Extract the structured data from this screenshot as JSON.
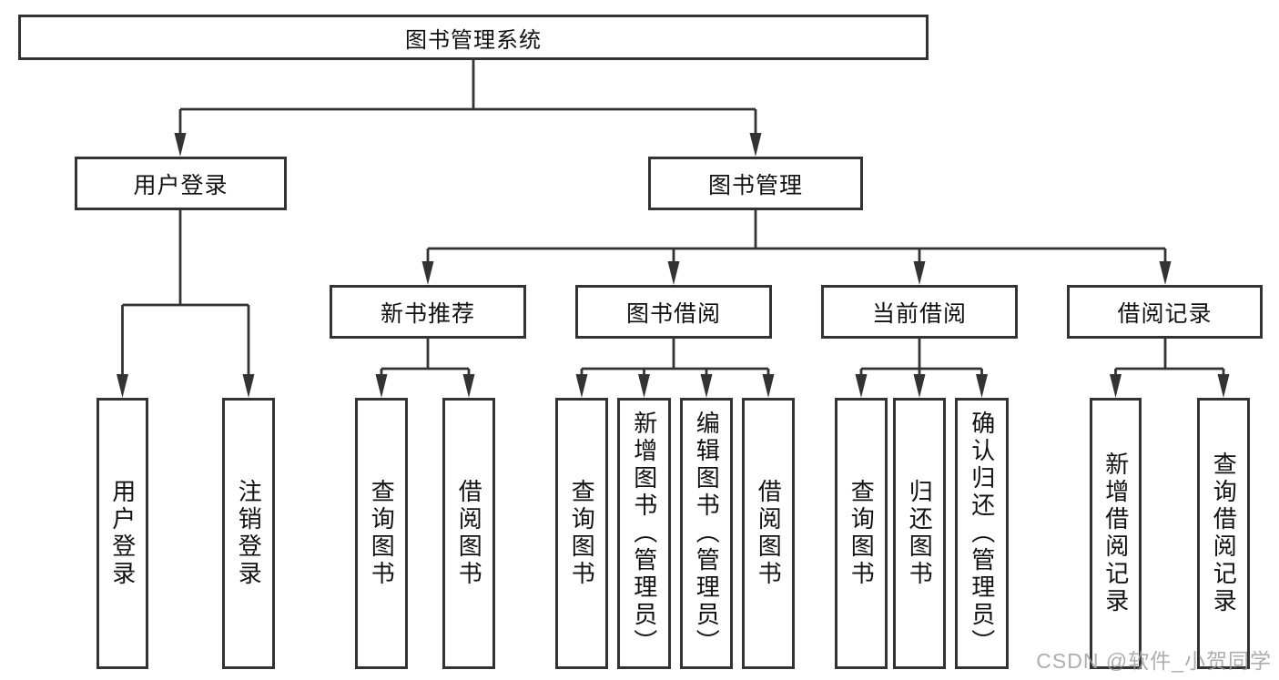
{
  "tree": {
    "root": "图书管理系统",
    "children": [
      {
        "label": "用户登录",
        "children": [
          "用户登录",
          "注销登录"
        ]
      },
      {
        "label": "图书管理",
        "children": [
          {
            "label": "新书推荐",
            "children": [
              "查询图书",
              "借阅图书"
            ]
          },
          {
            "label": "图书借阅",
            "children": [
              "查询图书",
              "新增图书（管理员）",
              "编辑图书（管理员）",
              "借阅图书"
            ]
          },
          {
            "label": "当前借阅",
            "children": [
              "查询图书",
              "归还图书",
              "确认归还（管理员）"
            ]
          },
          {
            "label": "借阅记录",
            "children": [
              "新增借阅记录",
              "查询借阅记录"
            ]
          }
        ]
      }
    ]
  },
  "watermark": "CSDN @软件_小贺同学",
  "colors": {
    "line": "#333333",
    "box_border": "#333333",
    "text": "#111111",
    "watermark": "#a0a0a0",
    "background": "#ffffff"
  }
}
